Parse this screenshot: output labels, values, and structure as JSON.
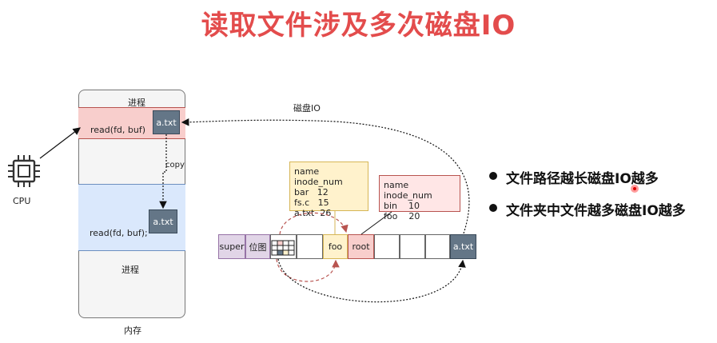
{
  "title": "读取文件涉及多次磁盘IO",
  "memory": {
    "label": "内存",
    "process_top_label": "进程",
    "process_bottom_label": "进程",
    "read_top": "read(fd, buf)",
    "read_bottom": "read(fd, buf);",
    "file_top": "a.txt",
    "file_bottom": "a.txt",
    "copy_label": "copy"
  },
  "cpu": {
    "label": "CPU"
  },
  "disk_io_label": "磁盘IO",
  "disk": {
    "cells": [
      "super",
      "位图",
      "",
      "",
      "foo",
      "root",
      "",
      "",
      "",
      "a.txt"
    ]
  },
  "inode_foo": {
    "header": "name inode_num",
    "rows": [
      "bar   12",
      "fs.c   15",
      "a.txt  26"
    ]
  },
  "inode_root": {
    "header": "name inode_num",
    "rows": [
      "bin    10",
      "foo    20"
    ]
  },
  "bullets": [
    "文件路径越长磁盘IO越多",
    "文件夹中文件越多磁盘IO越多"
  ],
  "colors": {
    "title": "#e34c4c",
    "process_red": "#f8cecc",
    "process_blue": "#dae8fc",
    "inode_foo_bg": "#fff2cc",
    "inode_root_bg": "#ffe6e6",
    "dark_block": "#647687"
  }
}
